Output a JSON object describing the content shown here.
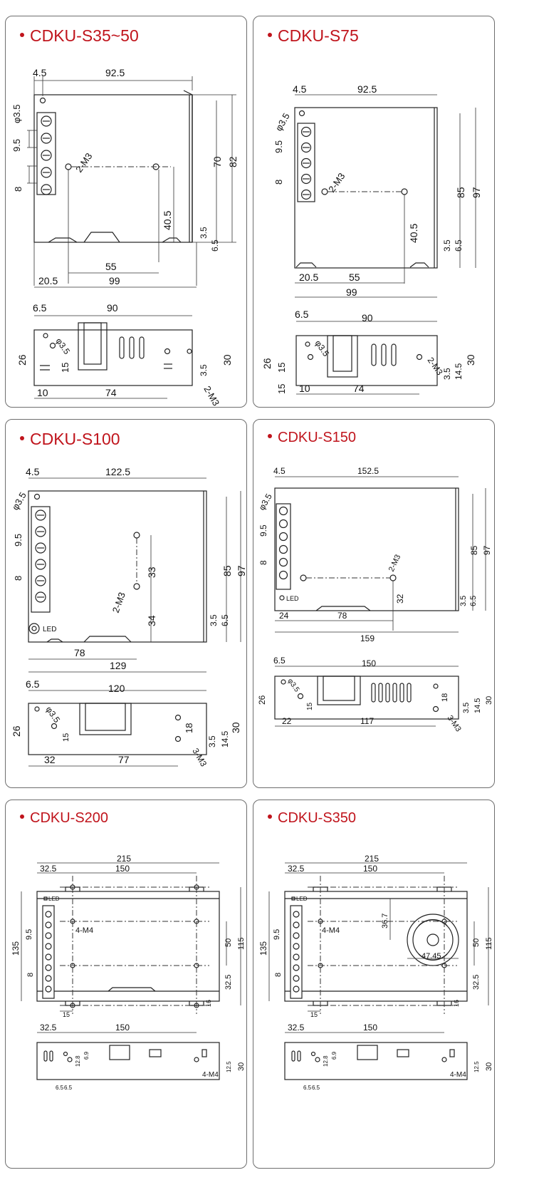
{
  "panels": [
    {
      "title": "CDKU-S35~50",
      "top_dims": [
        "4.5",
        "92.5"
      ],
      "left_dims": [
        "φ3.5",
        "9.5",
        "8"
      ],
      "right_dims": [
        "70",
        "82",
        "3.5",
        "6.5"
      ],
      "inner_dims": [
        "2-M3",
        "40.5"
      ],
      "bottom_dims": [
        "55",
        "20.5",
        "99"
      ],
      "side_dims": [
        "6.5",
        "90",
        "26",
        "15",
        "30",
        "3.5",
        "10",
        "74",
        "2-M3",
        "φ3.5"
      ]
    },
    {
      "title": "CDKU-S75",
      "top_dims": [
        "4.5",
        "92.5"
      ],
      "left_dims": [
        "φ3.5",
        "9.5",
        "8"
      ],
      "right_dims": [
        "85",
        "97",
        "3.5",
        "6.5"
      ],
      "inner_dims": [
        "2-M3",
        "40.5"
      ],
      "bottom_dims": [
        "20.5",
        "55",
        "99"
      ],
      "side_dims": [
        "6.5",
        "90",
        "26",
        "15",
        "15",
        "30",
        "3.5",
        "14.5",
        "10",
        "74",
        "2-M3",
        "φ3.5"
      ]
    },
    {
      "title": "CDKU-S100",
      "top_dims": [
        "4.5",
        "122.5"
      ],
      "left_dims": [
        "φ3.5",
        "9.5",
        "8"
      ],
      "right_dims": [
        "85",
        "97",
        "3.5",
        "6.5"
      ],
      "inner_dims": [
        "33",
        "2-M3",
        "34"
      ],
      "led": "LED",
      "bottom_dims": [
        "78",
        "129"
      ],
      "side_dims": [
        "6.5",
        "120",
        "26",
        "15",
        "18",
        "30",
        "3.5",
        "14.5",
        "32",
        "77",
        "3-M3",
        "φ3.5"
      ]
    },
    {
      "title": "CDKU-S150",
      "top_dims": [
        "4.5",
        "152.5"
      ],
      "left_dims": [
        "φ3.5",
        "9.5",
        "8"
      ],
      "right_dims": [
        "85",
        "97",
        "3.5",
        "6.5"
      ],
      "inner_dims": [
        "2-M3",
        "32"
      ],
      "led": "LED",
      "bottom_dims": [
        "24",
        "78",
        "159"
      ],
      "side_dims": [
        "6.5",
        "150",
        "26",
        "15",
        "18",
        "30",
        "3.5",
        "14.5",
        "22",
        "117",
        "3-M3",
        "φ3.5"
      ]
    },
    {
      "title": "CDKU-S200",
      "top_dims": [
        "215",
        "32.5",
        "150"
      ],
      "left_dims": [
        "135",
        "9.5",
        "8"
      ],
      "inner_dims": [
        "4-M4"
      ],
      "right_dims": [
        "50",
        "115",
        "32.5",
        "16"
      ],
      "led": "LED",
      "bottom_dims": [
        "15"
      ],
      "side_dims": [
        "32.5",
        "150",
        "12.8",
        "6.9",
        "6.5",
        "6.5",
        "12.5",
        "30",
        "4-M4"
      ]
    },
    {
      "title": "CDKU-S350",
      "top_dims": [
        "215",
        "32.5",
        "150"
      ],
      "left_dims": [
        "135",
        "9.5",
        "8"
      ],
      "inner_dims": [
        "4-M4",
        "36.7",
        "47.45"
      ],
      "right_dims": [
        "50",
        "115",
        "32.5",
        "16"
      ],
      "led": "LED",
      "bottom_dims": [
        "15"
      ],
      "side_dims": [
        "32.5",
        "150",
        "12.8",
        "6.9",
        "6.5",
        "6.5",
        "12.5",
        "30",
        "4-M4"
      ]
    }
  ]
}
